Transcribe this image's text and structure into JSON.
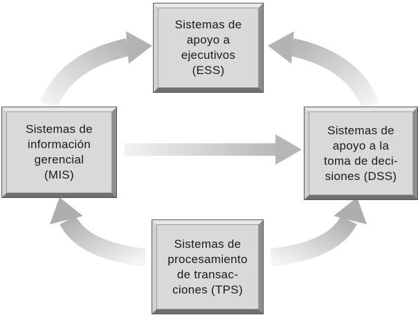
{
  "nodes": {
    "ess": {
      "lines": [
        "Sistemas de",
        "apoyo a",
        "ejecutivos",
        "(ESS)"
      ]
    },
    "mis": {
      "lines": [
        "Sistemas de",
        "información",
        "gerencial",
        "(MIS)"
      ]
    },
    "dss": {
      "lines": [
        "Sistemas de",
        "apoyo a la",
        "toma de deci-",
        "siones (DSS)"
      ]
    },
    "tps": {
      "lines": [
        "Sistemas de",
        "procesamiento",
        "de transac-",
        "ciones (TPS)"
      ]
    }
  },
  "colors": {
    "arrow": "#c8c8c8",
    "box_face": "#d9d9d9",
    "text": "#1a1a1a"
  },
  "arrows": [
    {
      "from": "mis",
      "to": "ess",
      "style": "curved"
    },
    {
      "from": "dss",
      "to": "ess",
      "style": "curved"
    },
    {
      "from": "mis",
      "to": "dss",
      "style": "straight"
    },
    {
      "from": "tps",
      "to": "mis",
      "style": "curved"
    },
    {
      "from": "tps",
      "to": "dss",
      "style": "curved"
    }
  ]
}
